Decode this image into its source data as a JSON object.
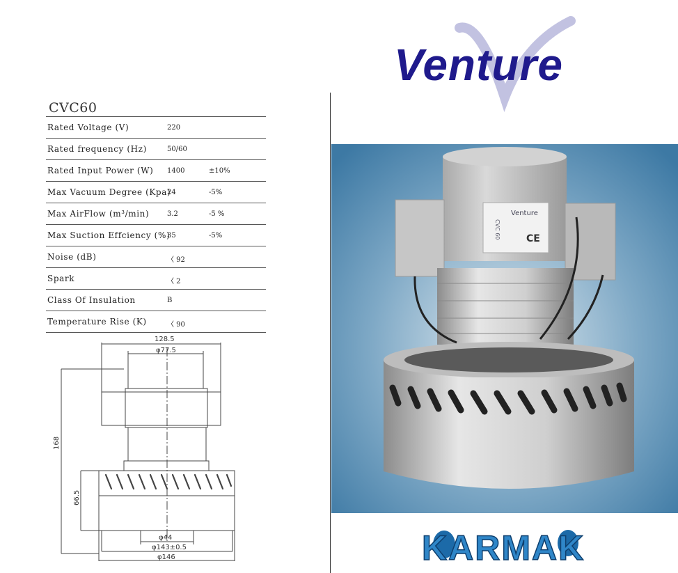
{
  "model": "CVC60",
  "specs": [
    {
      "label": "Rated Voltage (V)",
      "value": "220",
      "tolerance": ""
    },
    {
      "label": "Rated frequency (Hz)",
      "value": "50/60",
      "tolerance": ""
    },
    {
      "label": "Rated Input Power (W)",
      "value": "1400",
      "tolerance": "±10%"
    },
    {
      "label": "Max Vacuum Degree (Kpa)",
      "value": "24",
      "tolerance": "-5%"
    },
    {
      "label": "Max AirFlow (m³/min)",
      "value": "3.2",
      "tolerance": "-5 %"
    },
    {
      "label": "Max Suction Effciency (%)",
      "value": "35",
      "tolerance": "-5%"
    },
    {
      "label": "Noise (dB)",
      "value": "〈 92",
      "tolerance": ""
    },
    {
      "label": "Spark",
      "value": "〈 2",
      "tolerance": ""
    },
    {
      "label": "Class Of Insulation",
      "value": "B",
      "tolerance": ""
    },
    {
      "label": "Temperature Rise (K)",
      "value": "〈 90",
      "tolerance": ""
    }
  ],
  "drawing": {
    "dim_top_width": "128.5",
    "dim_top_diameter": "φ77.5",
    "dim_height": "168",
    "dim_base_height": "66.5",
    "dim_bottom_inner": "φ44",
    "dim_bottom_mid": "φ143±0.5",
    "dim_bottom_outer": "φ146"
  },
  "logo": {
    "text": "Venture"
  },
  "motor_label": {
    "brand": "Venture",
    "side_text": "CVC 60",
    "mark": "CE"
  },
  "brand_bottom": {
    "text": "KARMAK"
  },
  "colors": {
    "logo_blue": "#1f1a8c",
    "photo_bg": "#3f7fa9",
    "motor_grey": "#c4c4c4"
  }
}
